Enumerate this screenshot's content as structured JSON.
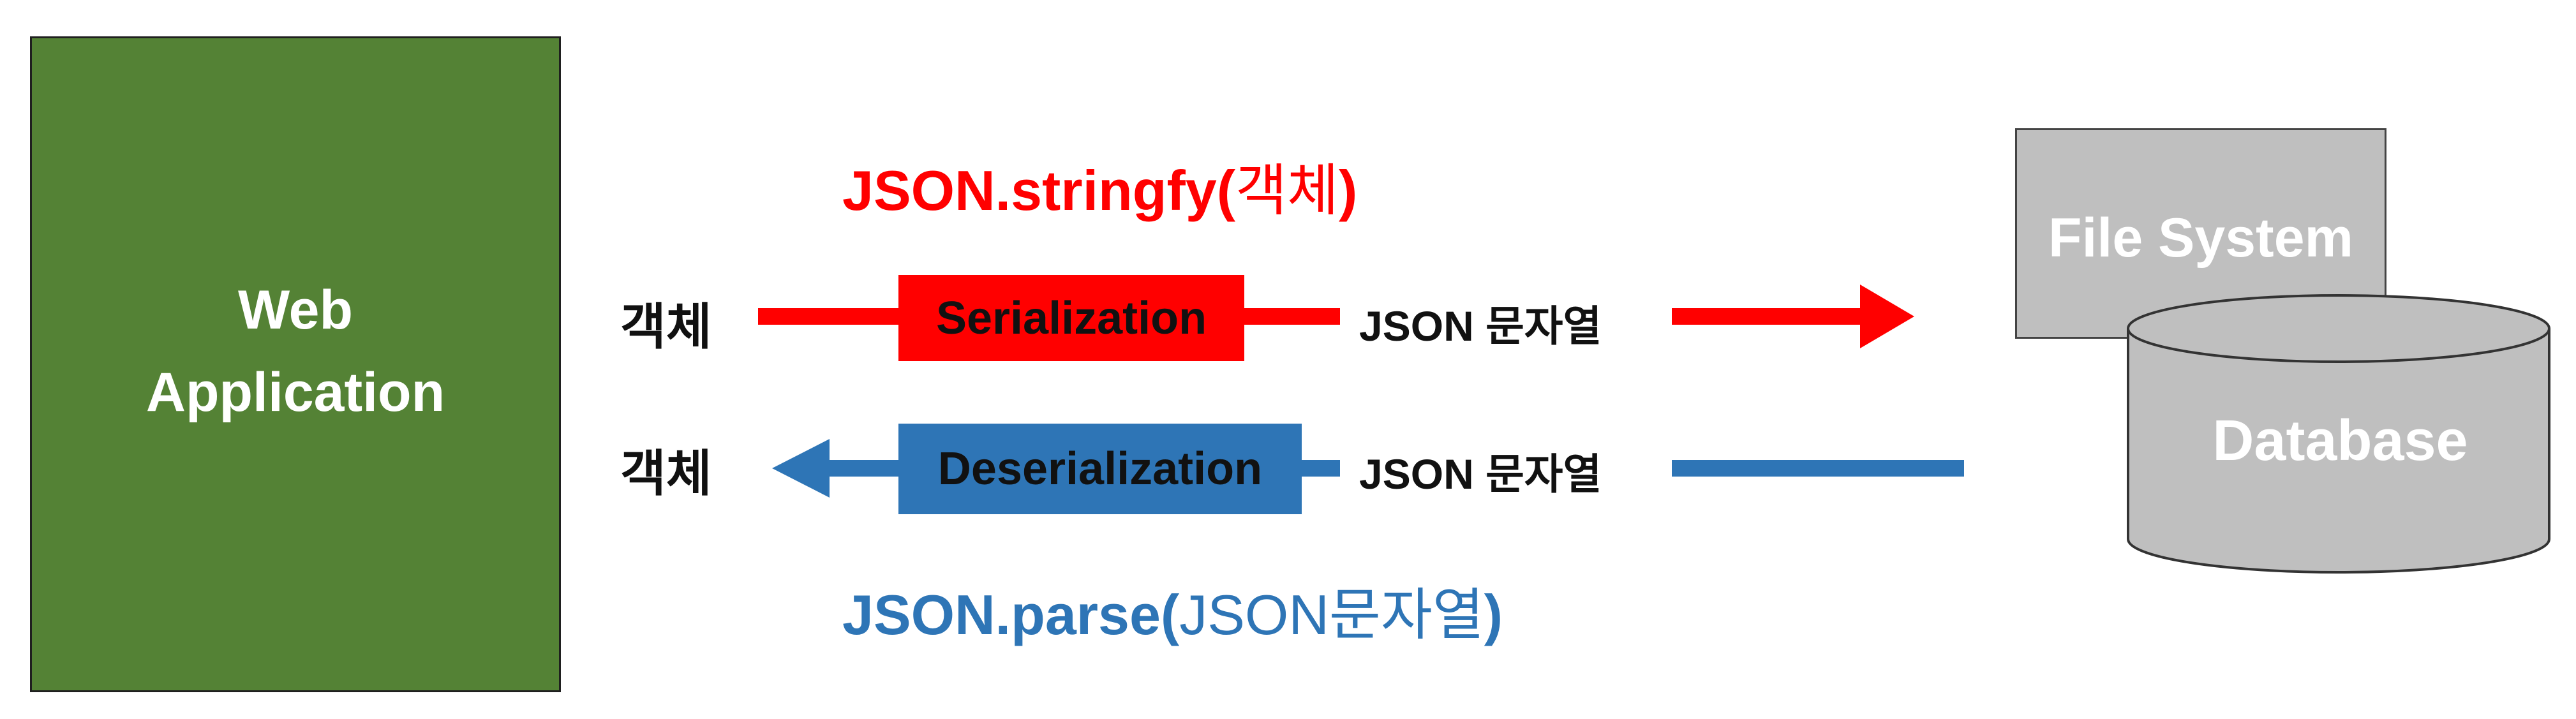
{
  "web_app": {
    "label": "Web\nApplication"
  },
  "top_function": {
    "name": "JSON.stringfy(",
    "arg": "객체",
    "close": ")"
  },
  "bottom_function": {
    "name": "JSON.parse(",
    "arg": "JSON문자열",
    "close": ")"
  },
  "serialize_row": {
    "left_label": "객체",
    "process": "Serialization",
    "right_label": "JSON 문자열"
  },
  "deserialize_row": {
    "left_label": "객체",
    "process": "Deserialization",
    "right_label": "JSON 문자열"
  },
  "storage": {
    "file_system": "File System",
    "database": "Database"
  },
  "colors": {
    "green": "#548235",
    "red": "#ff0000",
    "blue": "#2e75b6",
    "gray": "#bfbfbf"
  }
}
